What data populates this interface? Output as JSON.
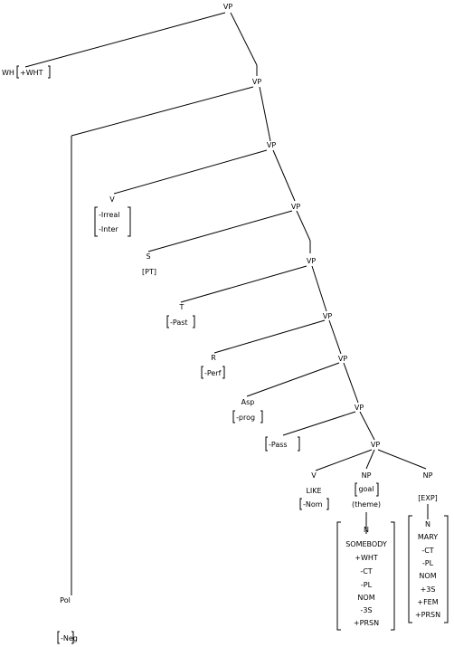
{
  "nodes": {
    "vp_top": "VP",
    "wh": "WH",
    "wh_feature": "+WHT",
    "vp_2": "VP",
    "pol": "Pol",
    "pol_feature": "-Neg",
    "vp_3": "VP",
    "v_mood": "V",
    "v_mood_features": [
      "-Irreal",
      "-Inter"
    ],
    "vp_4": "VP",
    "s": "S",
    "s_feature": "[PT]",
    "vp_5": "VP",
    "t": "T",
    "t_feature": "-Past",
    "vp_6": "VP",
    "r": "R",
    "r_feature": "-Perf",
    "vp_7": "VP",
    "asp": "Asp",
    "asp_feature": "-prog",
    "vp_8": "VP",
    "pass": "-Pass",
    "vp_9": "VP",
    "v_main": "V",
    "v_main_word": "LIKE",
    "v_main_feature": "-Nom",
    "np_object": "NP",
    "np_object_roles": [
      "goal",
      "(theme)"
    ],
    "np_object_features": [
      "N",
      "SOMEBODY",
      "+WHT",
      "-CT",
      "-PL",
      "NOM",
      "-3S",
      "+PRSN"
    ],
    "np_subject": "NP",
    "np_subject_role": "[EXP]",
    "np_subject_features": [
      "N",
      "MARY",
      "-CT",
      "-PL",
      "NOM",
      "+3S",
      "+FEM",
      "+PRSN"
    ]
  }
}
